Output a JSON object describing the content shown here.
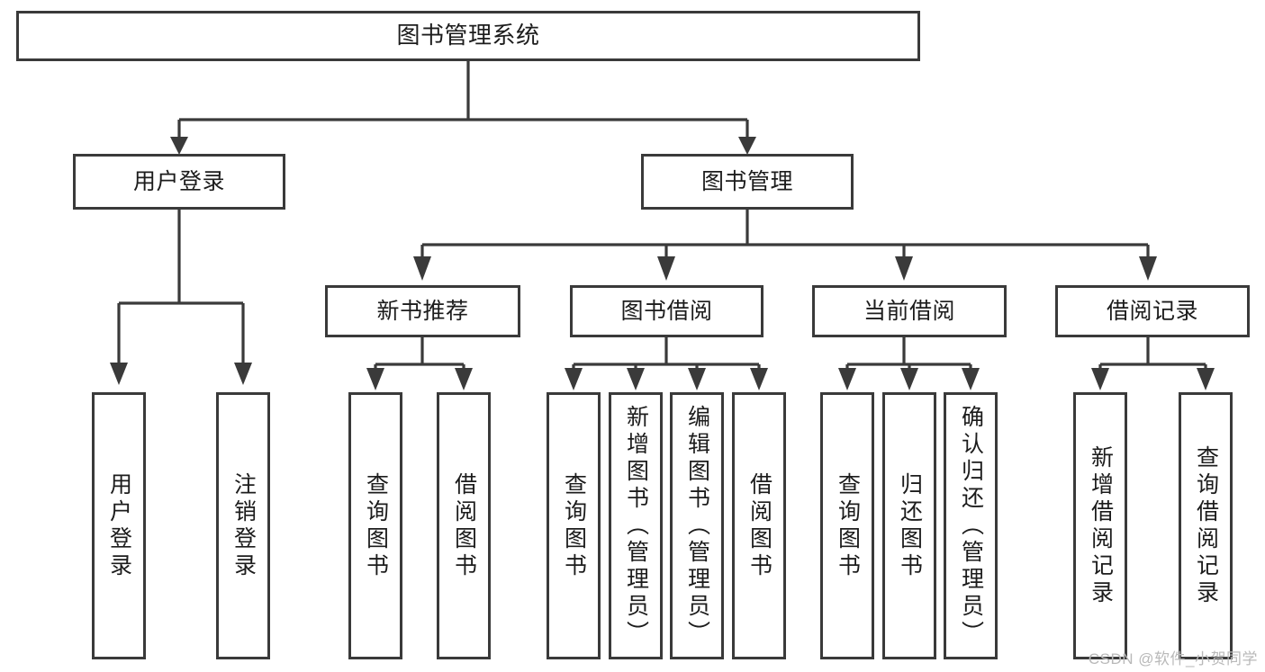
{
  "diagram": {
    "title": "图书管理系统",
    "type": "tree-hierarchy",
    "watermark": "CSDN @软件_小贺同学",
    "colors": {
      "stroke": "#3a3a3a",
      "fill": "#ffffff",
      "text": "#1c1c1c",
      "watermark": "#b9b9b9"
    },
    "nodes": {
      "root": {
        "label": "图书管理系统",
        "level": 1,
        "orientation": "horizontal"
      },
      "level2": [
        {
          "id": "user-login",
          "label": "用户登录",
          "orientation": "horizontal"
        },
        {
          "id": "book-management",
          "label": "图书管理",
          "orientation": "horizontal"
        }
      ],
      "level3": [
        {
          "id": "new-book-recommend",
          "label": "新书推荐",
          "orientation": "horizontal"
        },
        {
          "id": "book-borrow",
          "label": "图书借阅",
          "orientation": "horizontal"
        },
        {
          "id": "current-borrow",
          "label": "当前借阅",
          "orientation": "horizontal"
        },
        {
          "id": "borrow-record",
          "label": "借阅记录",
          "orientation": "horizontal"
        }
      ],
      "leaves": {
        "user-login": [
          {
            "id": "leaf-user-login",
            "label": "用户登录",
            "orientation": "vertical"
          },
          {
            "id": "leaf-logout",
            "label": "注销登录",
            "orientation": "vertical"
          }
        ],
        "new-book-recommend": [
          {
            "id": "leaf-query-book-1",
            "label": "查询图书",
            "orientation": "vertical"
          },
          {
            "id": "leaf-borrow-book-1",
            "label": "借阅图书",
            "orientation": "vertical"
          }
        ],
        "book-borrow": [
          {
            "id": "leaf-query-book-2",
            "label": "查询图书",
            "orientation": "vertical"
          },
          {
            "id": "leaf-add-book",
            "label": "新增图书（管理员）",
            "orientation": "vertical"
          },
          {
            "id": "leaf-edit-book",
            "label": "编辑图书（管理员）",
            "orientation": "vertical"
          },
          {
            "id": "leaf-borrow-book-2",
            "label": "借阅图书",
            "orientation": "vertical"
          }
        ],
        "current-borrow": [
          {
            "id": "leaf-query-book-3",
            "label": "查询图书",
            "orientation": "vertical"
          },
          {
            "id": "leaf-return-book",
            "label": "归还图书",
            "orientation": "vertical"
          },
          {
            "id": "leaf-confirm-return",
            "label": "确认归还（管理员）",
            "orientation": "vertical"
          }
        ],
        "borrow-record": [
          {
            "id": "leaf-add-record",
            "label": "新增借阅记录",
            "orientation": "vertical"
          },
          {
            "id": "leaf-query-record",
            "label": "查询借阅记录",
            "orientation": "vertical"
          }
        ]
      }
    }
  }
}
